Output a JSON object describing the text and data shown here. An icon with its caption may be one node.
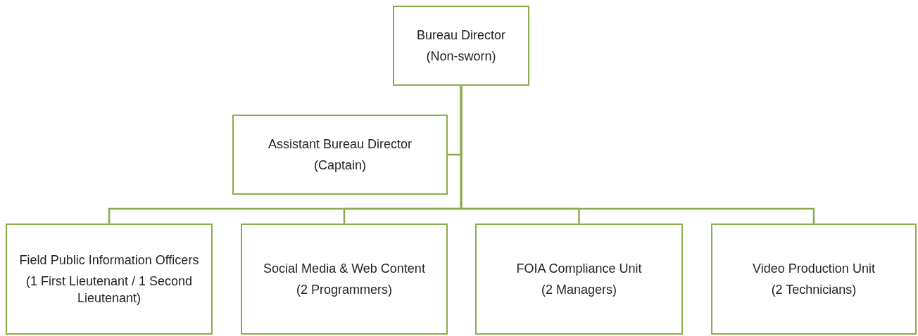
{
  "diagram": {
    "nodes": [
      {
        "text": [
          "Bureau Director",
          "(Non-sworn)"
        ]
      },
      {
        "text": [
          "Assistant Bureau Director",
          "(Captain)"
        ]
      },
      {
        "text": [
          "Field Public Information Officers",
          "(1 First Lieutenant / 1 Second Lieutenant)"
        ]
      },
      {
        "text": [
          "Social Media & Web Content",
          "(2 Programmers)"
        ]
      },
      {
        "text": [
          "FOIA Compliance Unit",
          "(2 Managers)"
        ]
      },
      {
        "text": [
          "Video Production Unit",
          "(2 Technicians)"
        ]
      }
    ],
    "edges": [
      {
        "from": 0,
        "to": 1,
        "arrow": "none"
      },
      {
        "from": 0,
        "to": 2,
        "arrow": "none"
      },
      {
        "from": 0,
        "to": 3,
        "arrow": "none"
      },
      {
        "from": 0,
        "to": 4,
        "arrow": "none"
      },
      {
        "from": 0,
        "to": 5,
        "arrow": "none"
      }
    ]
  }
}
